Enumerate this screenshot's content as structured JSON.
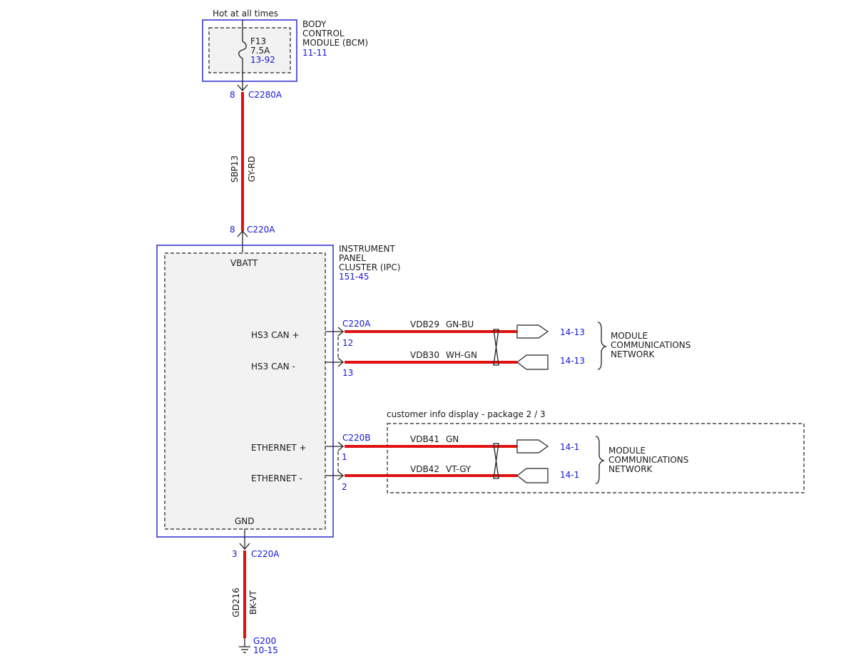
{
  "colors": {
    "wire": "#e01010",
    "ref": "#1515d6",
    "module_border": "#2a2ad0",
    "module_fill": "#f2f2f2"
  },
  "top": {
    "hot_label": "Hot at all times",
    "bcm": {
      "line1": "BODY",
      "line2": "CONTROL",
      "line3": "MODULE (BCM)",
      "ref": "11-11"
    },
    "fuse": {
      "name": "F13",
      "rating": "7.5A",
      "ref": "13-92"
    },
    "bcm_connector": {
      "pin": "8",
      "name": "C2280A"
    },
    "circuit": {
      "name": "SBP13",
      "color": "GY-RD"
    },
    "ipc_connector": {
      "pin": "8",
      "name": "C220A"
    }
  },
  "ipc": {
    "line1": "INSTRUMENT",
    "line2": "PANEL",
    "line3": "CLUSTER (IPC)",
    "ref": "151-45",
    "vbatt": "VBATT",
    "gnd": "GND",
    "pins": {
      "hs3_can_plus": "HS3 CAN +",
      "hs3_can_minus": "HS3 CAN -",
      "eth_plus": "ETHERNET +",
      "eth_minus": "ETHERNET -"
    }
  },
  "can_bus": {
    "connector": "C220A",
    "wires": [
      {
        "pin": "12",
        "circuit": "VDB29",
        "color": "GN-BU",
        "ref": "14-13"
      },
      {
        "pin": "13",
        "circuit": "VDB30",
        "color": "WH-GN",
        "ref": "14-13"
      }
    ],
    "network": {
      "line1": "MODULE",
      "line2": "COMMUNICATIONS",
      "line3": "NETWORK"
    }
  },
  "ethernet": {
    "option_label": "customer info display - package 2 / 3",
    "connector": "C220B",
    "wires": [
      {
        "pin": "1",
        "circuit": "VDB41",
        "color": "GN",
        "ref": "14-1"
      },
      {
        "pin": "2",
        "circuit": "VDB42",
        "color": "VT-GY",
        "ref": "14-1"
      }
    ],
    "network": {
      "line1": "MODULE",
      "line2": "COMMUNICATIONS",
      "line3": "NETWORK"
    }
  },
  "ground": {
    "connector": {
      "pin": "3",
      "name": "C220A"
    },
    "circuit": {
      "name": "GD216",
      "color": "BK-VT"
    },
    "ground_point": {
      "name": "G200",
      "ref": "10-15"
    }
  }
}
